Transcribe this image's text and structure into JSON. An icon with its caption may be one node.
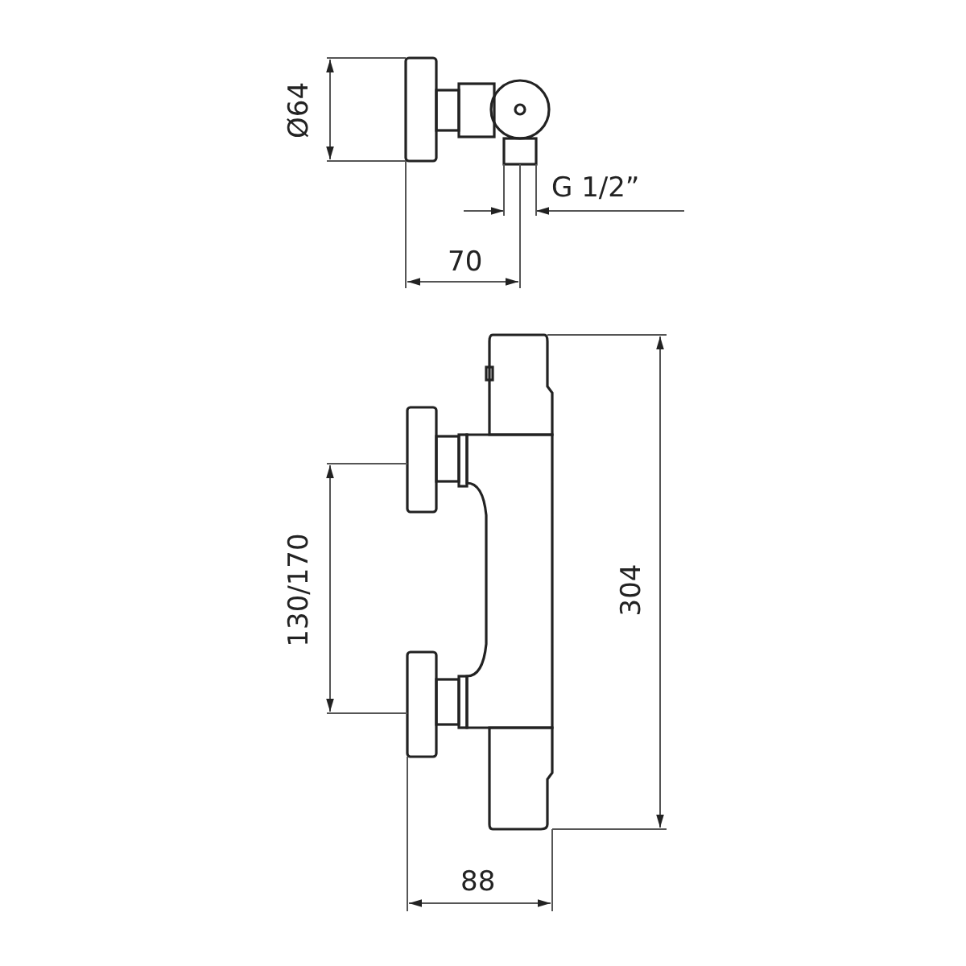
{
  "diagram": {
    "labels": [
      "Ø64",
      "G 1/2”",
      "70",
      "130/170",
      "304",
      "88"
    ]
  }
}
